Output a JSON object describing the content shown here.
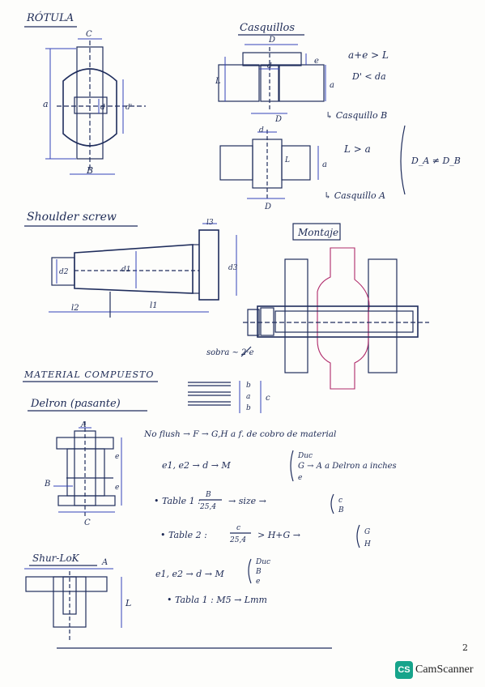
{
  "headings": {
    "rotula": "RÓTULA",
    "casquillos": "Casquillos",
    "shoulder": "Shoulder screw",
    "montaje": "Montaje",
    "material": "MATERIAL COMPUESTO",
    "delron": "Delron (pasante)",
    "shurlok": "Shur-LoK"
  },
  "rotula_labels": {
    "c": "C",
    "a": "a",
    "d": "d",
    "dp": "d'",
    "b": "B"
  },
  "casquillos_labels": {
    "D_top": "D",
    "d_top": "d",
    "e": "e",
    "L": "L",
    "a": "a",
    "D_bot": "D",
    "d_b": "d",
    "L_b": "L",
    "a_b": "a",
    "D_b2": "D",
    "cond1": "a+e > L",
    "cond2": "D' < da",
    "casqB": "↳ Casquillo B",
    "cond3": "L > a",
    "casqA": "↳ Casquillo A",
    "dadb": "D_A ≠ D_B"
  },
  "shoulder_labels": {
    "l3": "l3",
    "d2": "d2",
    "d1": "d1",
    "d3": "d3",
    "l2": "l2",
    "l1": "l1"
  },
  "montaje_labels": {
    "sobra": "sobra ~ 2·e"
  },
  "material_labels": {
    "b1": "b",
    "a": "a",
    "b2": "b",
    "c": "c"
  },
  "delron_labels": {
    "A": "A",
    "B": "B",
    "C": "C",
    "e1": "e",
    "e2": "e"
  },
  "notes": {
    "line1": "No flush → F → G,H a f. de cobro de material",
    "line2": "e1, e2 → d → M",
    "brace1a": "Duc",
    "brace1b": "G → A a Delron a inches",
    "brace1c": "e",
    "line3": "• Table 1 :",
    "frac1_num": "B",
    "frac1_den": "25,4",
    "line3b": "→ size →",
    "brace2a": "c",
    "brace2b": "B",
    "line4": "• Table 2 :",
    "frac2_num": "c",
    "frac2_den": "25,4",
    "line4b": "> H+G →",
    "brace3a": "G",
    "brace3b": "H",
    "line5": "e1, e2 → d → M",
    "brace4a": "Duc",
    "brace4b": "B",
    "brace4c": "e",
    "line6": "• Tabla 1 : M5 → Lmm"
  },
  "shurlok_labels": {
    "A": "A",
    "L": "L"
  },
  "footer": {
    "page": "2",
    "logo_badge": "CS",
    "logo_text": "CamScanner"
  }
}
